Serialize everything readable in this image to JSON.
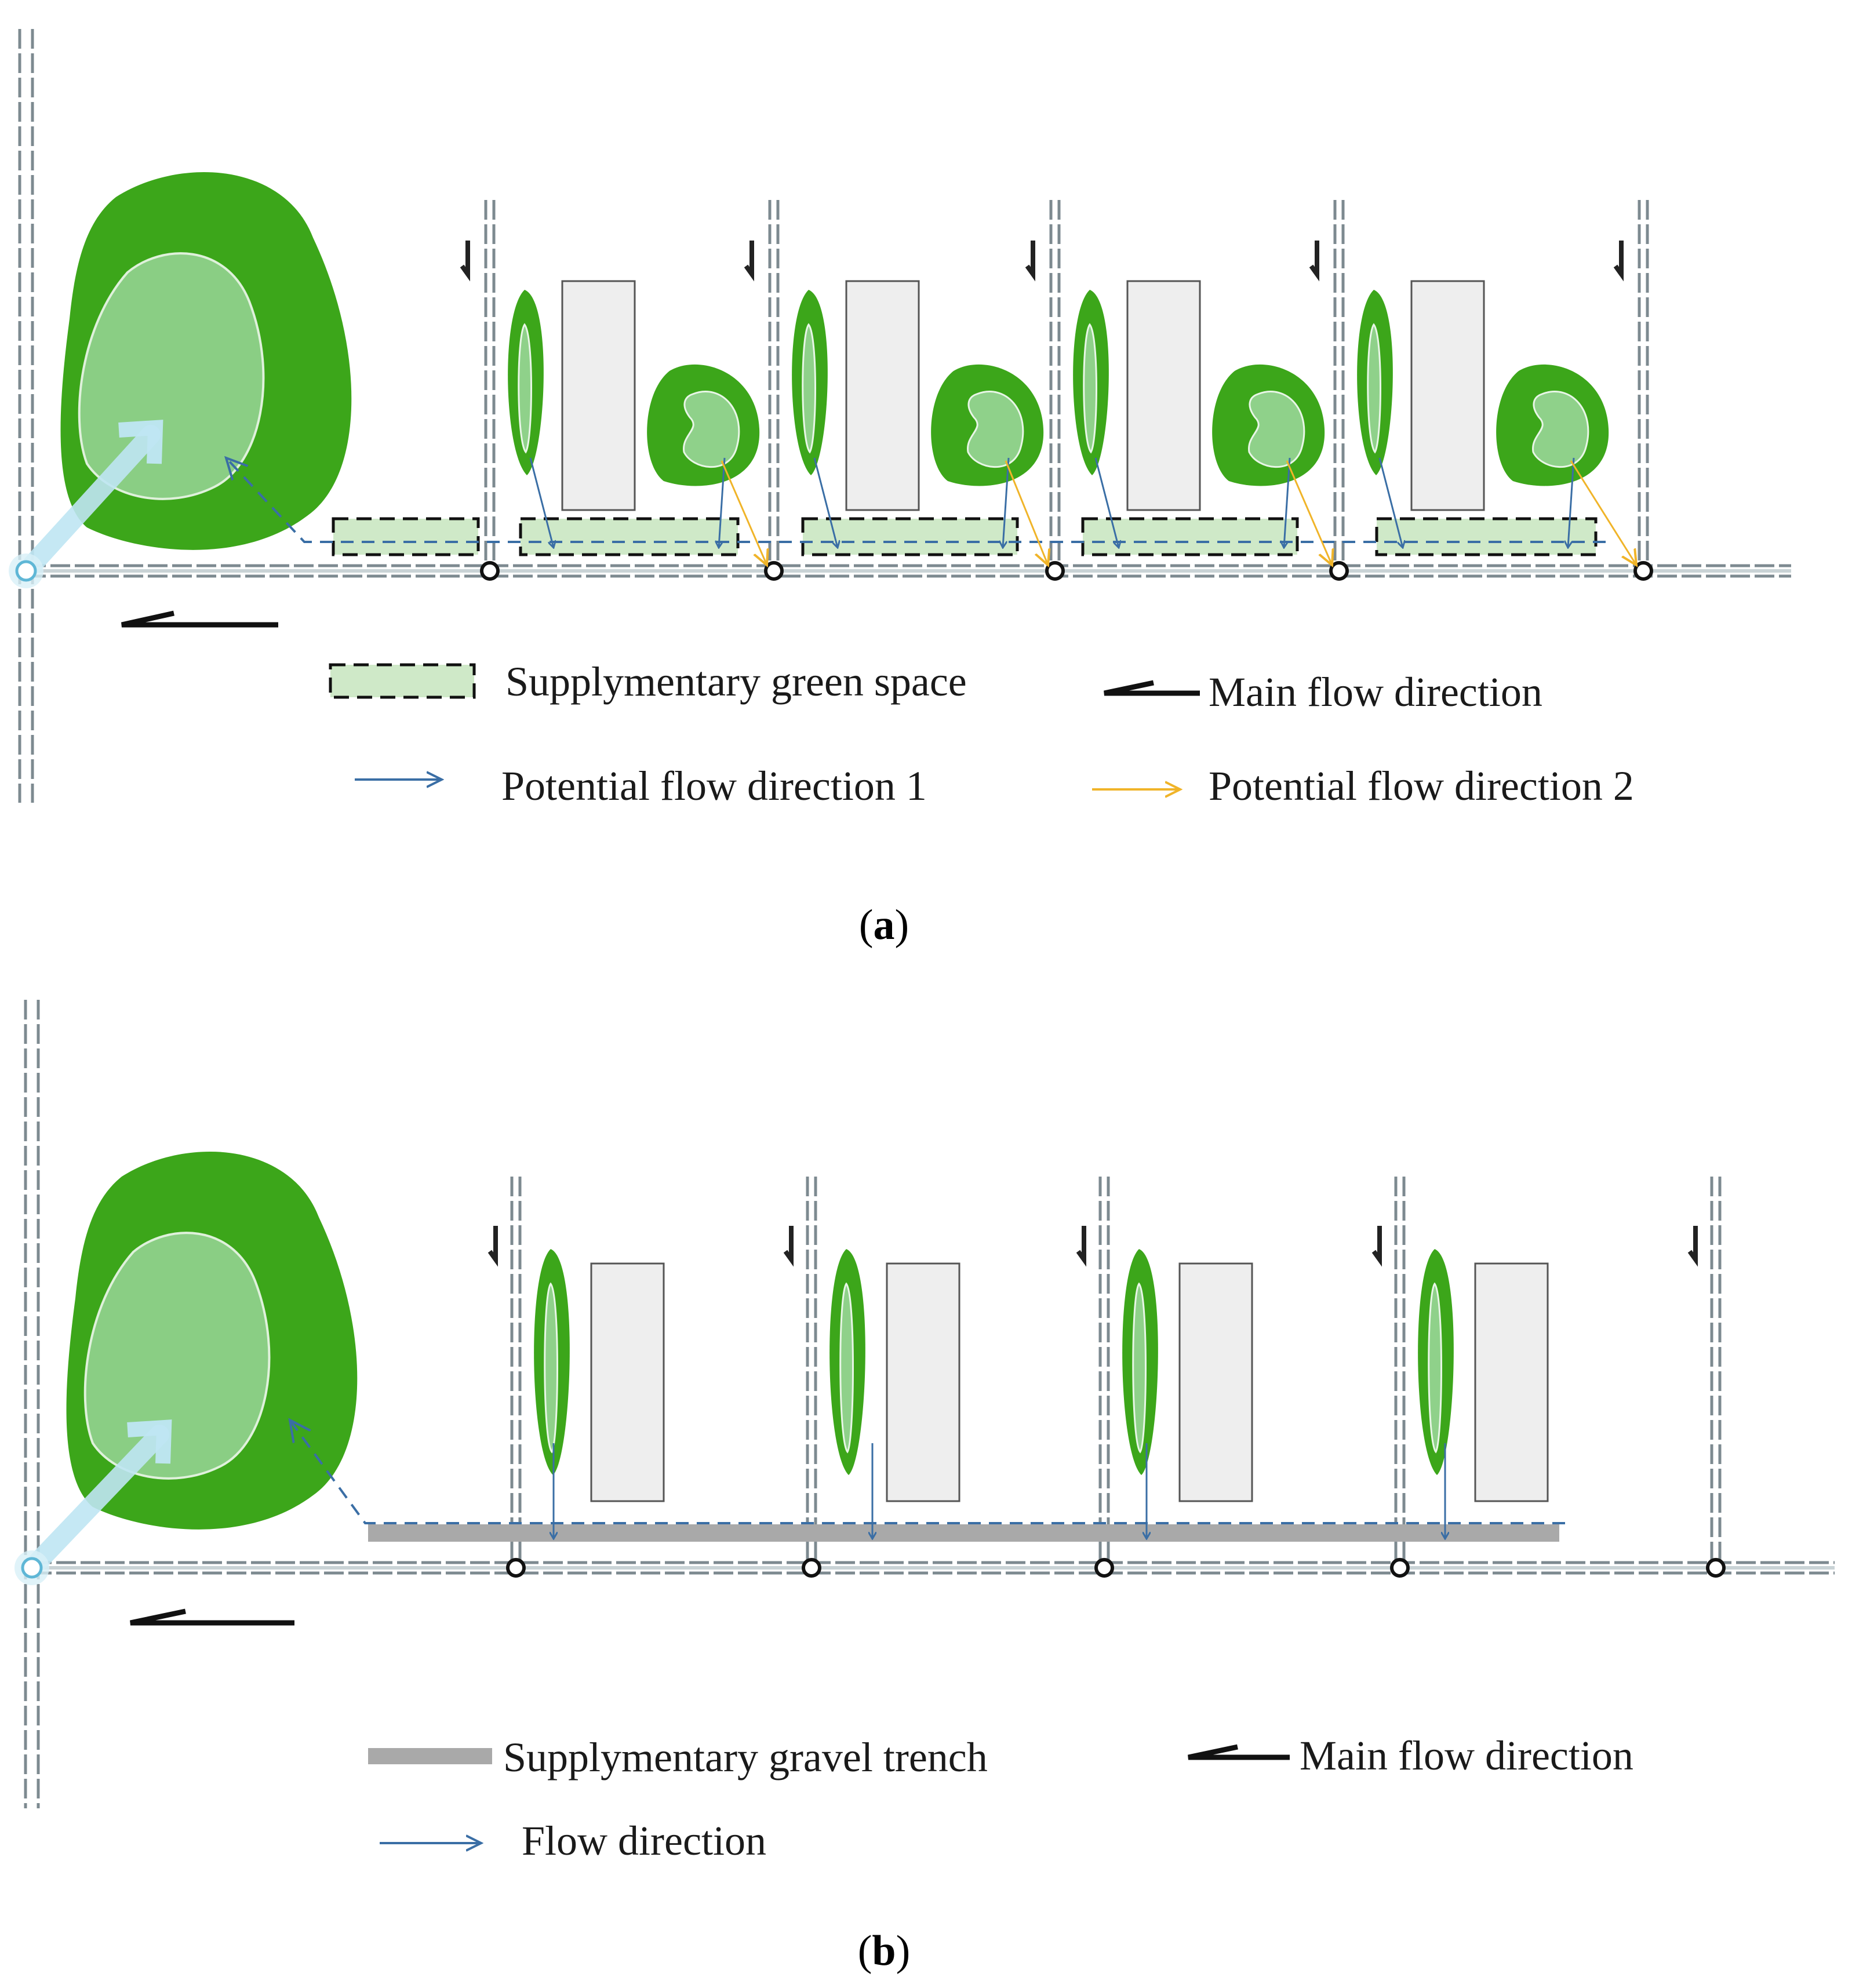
{
  "figure_a": {
    "caption_letter": "a",
    "legend": {
      "green_space": "Supplymentary green space",
      "main_flow": "Main flow direction",
      "flow_1": "Potential flow direction 1",
      "flow_2": "Potential flow direction 2"
    }
  },
  "figure_b": {
    "caption_letter": "b",
    "legend": {
      "gravel_trench": "Supplymentary gravel trench",
      "main_flow": "Main flow direction",
      "flow": "Flow direction"
    }
  },
  "colors": {
    "dark_green": "#3ca61a",
    "light_green": "#8fd18a",
    "supplementary_green": "#cfe9c8",
    "flow_blue": "#3a6ea5",
    "flow_orange": "#f0b429",
    "pipe_grey": "#7d8a90",
    "gravel_grey": "#a9a9a9",
    "building": "#eeeeee"
  },
  "icons": [
    "large-green-pond",
    "building-block",
    "bioswale",
    "rain-garden",
    "manhole-node",
    "outfall-node"
  ]
}
